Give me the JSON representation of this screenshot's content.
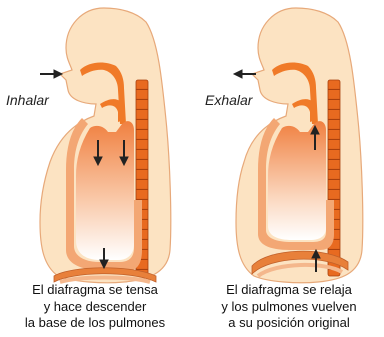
{
  "labels": {
    "inhale": "Inhalar",
    "exhale": "Exhalar"
  },
  "captions": {
    "inhale": [
      "El diafragma se tensa",
      "y hace descender",
      "la base de los pulmones"
    ],
    "exhale": [
      "El diafragma se relaja",
      "y los pulmones vuelven",
      "a su posición original"
    ]
  },
  "colors": {
    "skin": "#fce3c2",
    "outline": "#e7a97a",
    "spine": "#e36a1f",
    "airway": "#f07a28",
    "lung_top": "#f28a4a",
    "lung_bottom": "#ffffff",
    "arrow": "#222222"
  }
}
